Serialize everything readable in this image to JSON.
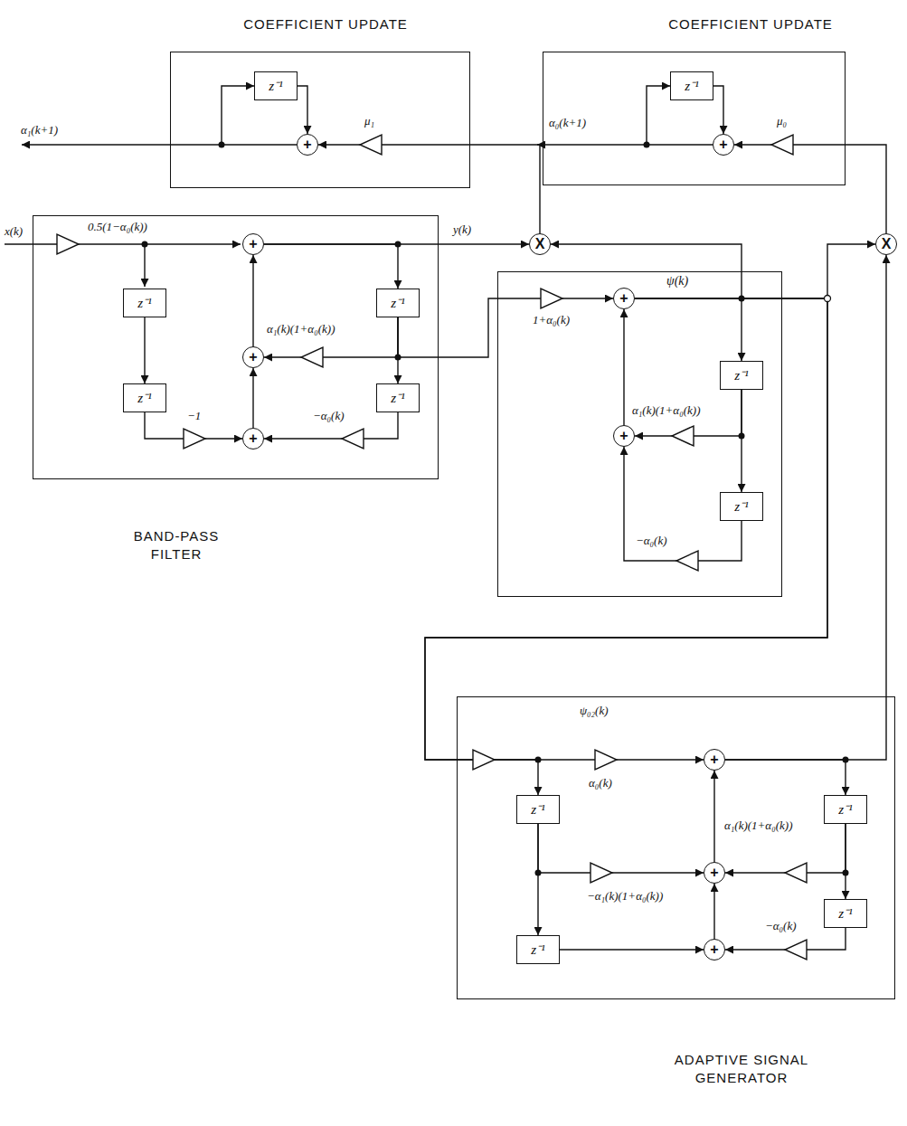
{
  "diagram": {
    "nodes": [
      {
        "text": [
          "COEFFICIENT UPDATE"
        ]
      },
      {
        "text": [
          "z⁻¹"
        ],
        "in": 0
      },
      {
        "text": [
          "+"
        ],
        "in": 0
      },
      {
        "text": [
          "COEFFICIENT UPDATE"
        ]
      },
      {
        "text": [
          "z⁻¹"
        ],
        "in": 3
      },
      {
        "text": [
          "+"
        ],
        "in": 3
      },
      {
        "text": [
          "BAND-PASS FILTER"
        ]
      },
      {
        "text": [
          "+"
        ],
        "in": 6
      },
      {
        "text": [
          "z⁻¹"
        ],
        "in": 6
      },
      {
        "text": [
          "z⁻¹"
        ],
        "in": 6
      },
      {
        "text": [
          "+"
        ],
        "in": 6
      },
      {
        "text": [
          "z⁻¹"
        ],
        "in": 6
      },
      {
        "text": [
          "+"
        ],
        "in": 6
      },
      {
        "text": [
          "z⁻¹"
        ],
        "in": 6
      },
      {
        "text": [
          "X"
        ]
      },
      {
        "text": [
          "X"
        ]
      },
      {
        "text": [
          "ψ(k)"
        ]
      },
      {
        "text": [
          "+"
        ],
        "in": 16
      },
      {
        "text": [
          "z⁻¹"
        ],
        "in": 16
      },
      {
        "text": [
          "+"
        ],
        "in": 16
      },
      {
        "text": [
          "z⁻¹"
        ],
        "in": 16
      },
      {
        "text": [
          "ADAPTIVE SIGNAL GENERATOR"
        ]
      },
      {
        "text": [
          "+"
        ],
        "in": 21
      },
      {
        "text": [
          "z⁻¹"
        ],
        "in": 21
      },
      {
        "text": [
          "z⁻¹"
        ],
        "in": 21
      },
      {
        "text": [
          "+"
        ],
        "in": 21
      },
      {
        "text": [
          "z⁻¹"
        ],
        "in": 21
      },
      {
        "text": [
          "+"
        ],
        "in": 21
      },
      {
        "text": [
          "z⁻¹"
        ],
        "in": 21
      }
    ],
    "edges": [
      {
        "from": 14,
        "to": 2,
        "arrow": "to"
      },
      {
        "from": 2,
        "to": 1,
        "arrow": "to"
      },
      {
        "from": 1,
        "to": 2,
        "arrow": "to"
      },
      {
        "from": 15,
        "to": 5,
        "arrow": "to"
      },
      {
        "from": 5,
        "to": 4,
        "arrow": "to"
      },
      {
        "from": 4,
        "to": 5,
        "arrow": "to"
      },
      {
        "from": 8,
        "to": 11,
        "arrow": "to"
      },
      {
        "from": 11,
        "to": 12,
        "arrow": "to"
      },
      {
        "from": 13,
        "to": 12,
        "arrow": "to"
      },
      {
        "from": 12,
        "to": 10,
        "arrow": "to"
      },
      {
        "from": 9,
        "to": 10,
        "arrow": "to"
      },
      {
        "from": 10,
        "to": 7,
        "arrow": "to"
      },
      {
        "from": 7,
        "to": 9,
        "arrow": "to"
      },
      {
        "from": 7,
        "to": 14,
        "arrow": "to"
      },
      {
        "from": 9,
        "to": 13,
        "arrow": "to"
      },
      {
        "from": 9,
        "to": 17,
        "arrow": "to"
      },
      {
        "from": 17,
        "to": 18,
        "arrow": "to"
      },
      {
        "from": 18,
        "to": 20,
        "arrow": "to"
      },
      {
        "from": 18,
        "to": 19,
        "arrow": "to"
      },
      {
        "from": 20,
        "to": 19,
        "arrow": "to"
      },
      {
        "from": 19,
        "to": 17,
        "arrow": "to"
      },
      {
        "from": 17,
        "to": 14,
        "arrow": "to"
      },
      {
        "from": 17,
        "to": 15,
        "arrow": "to"
      },
      {
        "from": 17,
        "to": 22,
        "arrow": "to"
      },
      {
        "from": 17,
        "to": 23,
        "arrow": "to"
      },
      {
        "from": 22,
        "to": 24,
        "arrow": "to"
      },
      {
        "from": 24,
        "to": 28,
        "arrow": "to"
      },
      {
        "from": 24,
        "to": 25,
        "arrow": "to"
      },
      {
        "from": 28,
        "to": 27,
        "arrow": "to"
      },
      {
        "from": 27,
        "to": 25,
        "arrow": "to"
      },
      {
        "from": 25,
        "to": 22,
        "arrow": "to"
      },
      {
        "from": 23,
        "to": 26,
        "arrow": "to"
      },
      {
        "from": 23,
        "to": 25,
        "arrow": "to"
      },
      {
        "from": 26,
        "to": 27,
        "arrow": "to"
      },
      {
        "from": 22,
        "to": 15,
        "arrow": "to"
      }
    ],
    "labels": [
      "α₁(k+1)",
      "μ₁",
      "α₀(k+1)",
      "μ₀",
      "x(k)",
      "0.5(1−α₀(k))",
      "y(k)",
      "α₁(k)(1+α₀(k))",
      "−1",
      "−α₀(k)",
      "1+α₀(k)",
      "α₁(k)(1+α₀(k))",
      "−α₀(k)",
      "ψ₀₂(k)",
      "α₀(k)",
      "α₁(k)(1+α₀(k))",
      "−α₁(k)(1+α₀(k))",
      "−α₀(k)"
    ]
  }
}
